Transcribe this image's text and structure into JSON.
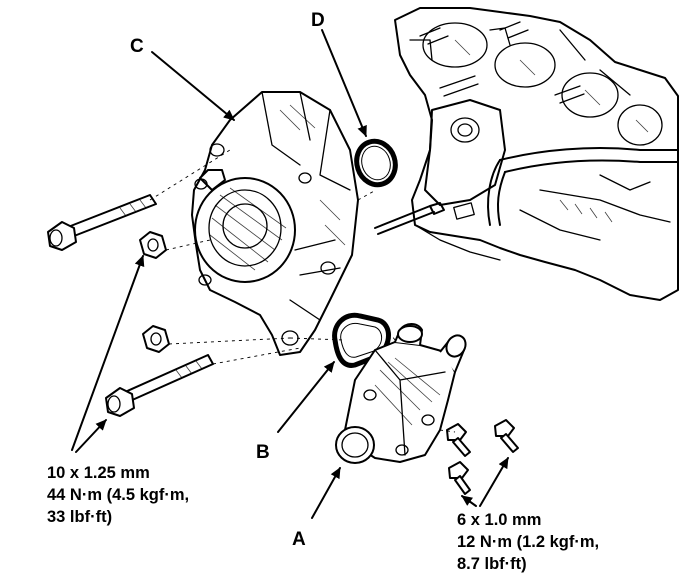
{
  "callouts": {
    "a": "A",
    "b": "B",
    "c": "C",
    "d": "D"
  },
  "specs": {
    "large_bolts": {
      "line1": "10 x 1.25 mm",
      "line2": "44 N·m (4.5 kgf·m,",
      "line3": "33 lbf·ft)"
    },
    "small_bolts": {
      "line1": "6 x 1.0 mm",
      "line2": "12 N·m (1.2 kgf·m,",
      "line3": "8.7 lbf·ft)"
    }
  },
  "colors": {
    "ink": "#000000",
    "paper": "#ffffff"
  }
}
